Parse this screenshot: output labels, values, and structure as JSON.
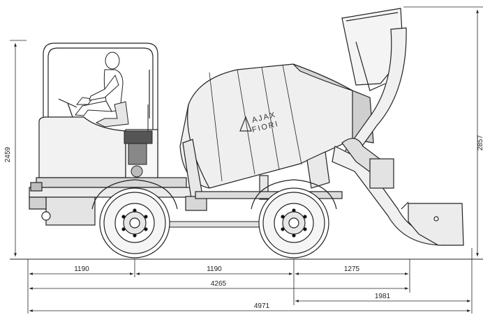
{
  "logo": {
    "line1": "AJAX",
    "line2": "FIORI"
  },
  "dimensions": {
    "height_cab": "2459",
    "height_bucket": "2857",
    "front_axle_to_center": "1190",
    "center_to_rear_axle": "1190",
    "rear_axle_to_bucket": "1275",
    "wheelbase_total": "4265",
    "overall_length": "4971",
    "bucket_reach": "1981"
  },
  "colors": {
    "line": "#222222",
    "fill_light": "#f2f2f2",
    "fill_mid": "#d9d9d9",
    "fill_dark": "#bdbdbd"
  }
}
